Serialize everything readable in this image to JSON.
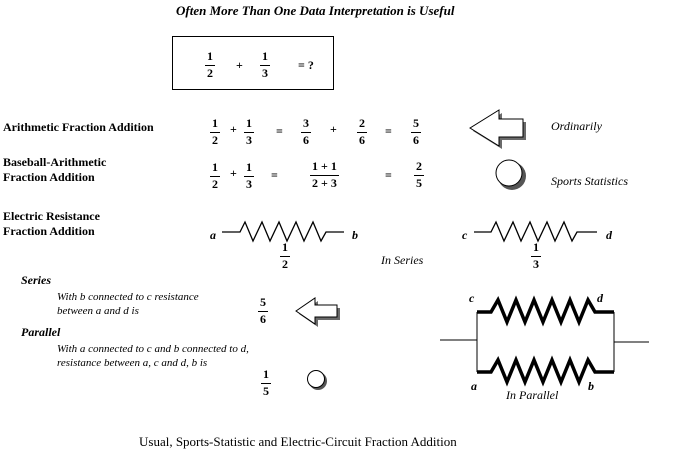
{
  "title": "Often More Than One Data Interpretation is Useful",
  "question": {
    "a_num": "1",
    "a_den": "2",
    "plus": "+",
    "b_num": "1",
    "b_den": "3",
    "eq": "= ?"
  },
  "arithmetic": {
    "label": "Arithmetic Fraction Addition",
    "f1_num": "1",
    "f1_den": "2",
    "plus1": "+",
    "f2_num": "1",
    "f2_den": "3",
    "eq1": "=",
    "f3_num": "3",
    "f3_den": "6",
    "plus2": "+",
    "f4_num": "2",
    "f4_den": "6",
    "eq2": "=",
    "f5_num": "5",
    "f5_den": "6",
    "note": "Ordinarily"
  },
  "baseball": {
    "label_line1": "Baseball-Arithmetic",
    "label_line2": "Fraction Addition",
    "f1_num": "1",
    "f1_den": "2",
    "plus1": "+",
    "f2_num": "1",
    "f2_den": "3",
    "eq1": "=",
    "f3_num": "1 + 1",
    "f3_den": "2 + 3",
    "eq2": "=",
    "f4_num": "2",
    "f4_den": "5",
    "note": "Sports Statistics"
  },
  "electric": {
    "label_line1": "Electric Resistance",
    "label_line2": "Fraction Addition",
    "r1_left": "a",
    "r1_right": "b",
    "r1_num": "1",
    "r1_den": "2",
    "r2_left": "c",
    "r2_right": "d",
    "r2_num": "1",
    "r2_den": "3",
    "series_note": "In Series"
  },
  "series": {
    "heading": "Series",
    "text_line1": "With b connected to c resistance",
    "text_line2": "between a and d is",
    "res_num": "5",
    "res_den": "6"
  },
  "parallel": {
    "heading": "Parallel",
    "text_line1": "With a connected to c and b connected to d,",
    "text_line2": "resistance between a, c and d, b is",
    "res_num": "1",
    "res_den": "5",
    "label_c": "c",
    "label_d": "d",
    "label_a": "a",
    "label_b": "b",
    "note": "In Parallel"
  },
  "caption": "Usual, Sports-Statistic and Electric-Circuit Fraction Addition"
}
